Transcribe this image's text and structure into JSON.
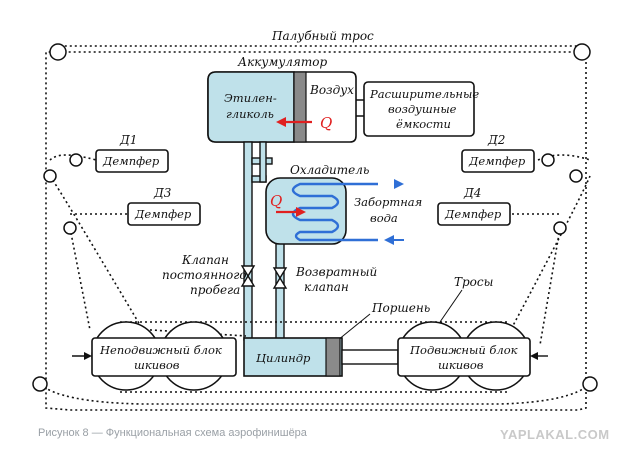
{
  "labels": {
    "deck_rope": "Палубный трос",
    "accumulator": "Аккумулятор",
    "ethylene_glycol_1": "Этилен-",
    "ethylene_glycol_2": "гликоль",
    "air": "Воздух",
    "expansion_1": "Расширительные",
    "expansion_2": "воздушные",
    "expansion_3": "ёмкости",
    "cooler": "Охладитель",
    "seawater_1": "Забортная",
    "seawater_2": "вода",
    "q_heat": "Q",
    "d1": "Д1",
    "d2": "Д2",
    "d3": "Д3",
    "d4": "Д4",
    "damper": "Демпфер",
    "valve_const_1": "Клапан",
    "valve_const_2": "постоянного",
    "valve_const_3": "пробега",
    "return_valve_1": "Возвратный",
    "return_valve_2": "клапан",
    "piston": "Поршень",
    "ropes": "Тросы",
    "fixed_block_1": "Неподвижный блок",
    "fixed_block_2": "шкивов",
    "cylinder": "Цилиндр",
    "moving_block_1": "Подвижный блок",
    "moving_block_2": "шкивов"
  },
  "caption": "Рисунок 8 — Функциональная схема аэрофинишёра",
  "watermark": "YAPLAKAL.COM",
  "colors": {
    "fluid": "#bfe1ea",
    "coil": "#2f6fd6",
    "heat_arrow": "#e02020",
    "water_arrow": "#2f6fd6",
    "piston": "#8a8a8a"
  }
}
